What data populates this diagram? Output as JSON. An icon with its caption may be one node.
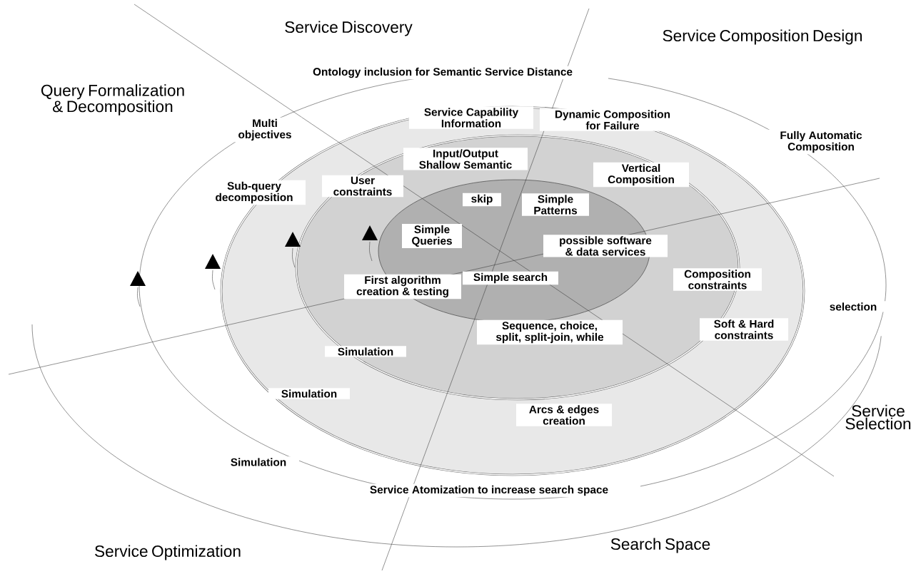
{
  "diagram": {
    "labels": [
      "Service Discovery",
      "Service Composition Design",
      "Query Formalization & Decomposition",
      "Ontology inclusion for Semantic Service Distance",
      "Multi objectives",
      "Service Capability Information",
      "Dynamic Composition for Failure",
      "Fully Automatic Composition",
      "Input/Output Shallow Semantic",
      "User constraints",
      "Vertical Composition",
      "Sub-query decomposition",
      "skip",
      "Simple Patterns",
      "Simple Queries",
      "possible software & data services",
      "First algorithm creation & testing",
      "Simple search",
      "Composition constraints",
      "selection",
      "Soft & Hard constraints",
      "Sequence, choice, split, split-join, while",
      "Simulation",
      "Simulation",
      "Arcs & edges creation",
      "Service Selection",
      "Simulation",
      "Service Atomization to increase search space",
      "Service Optimization",
      "Search Space"
    ]
  }
}
